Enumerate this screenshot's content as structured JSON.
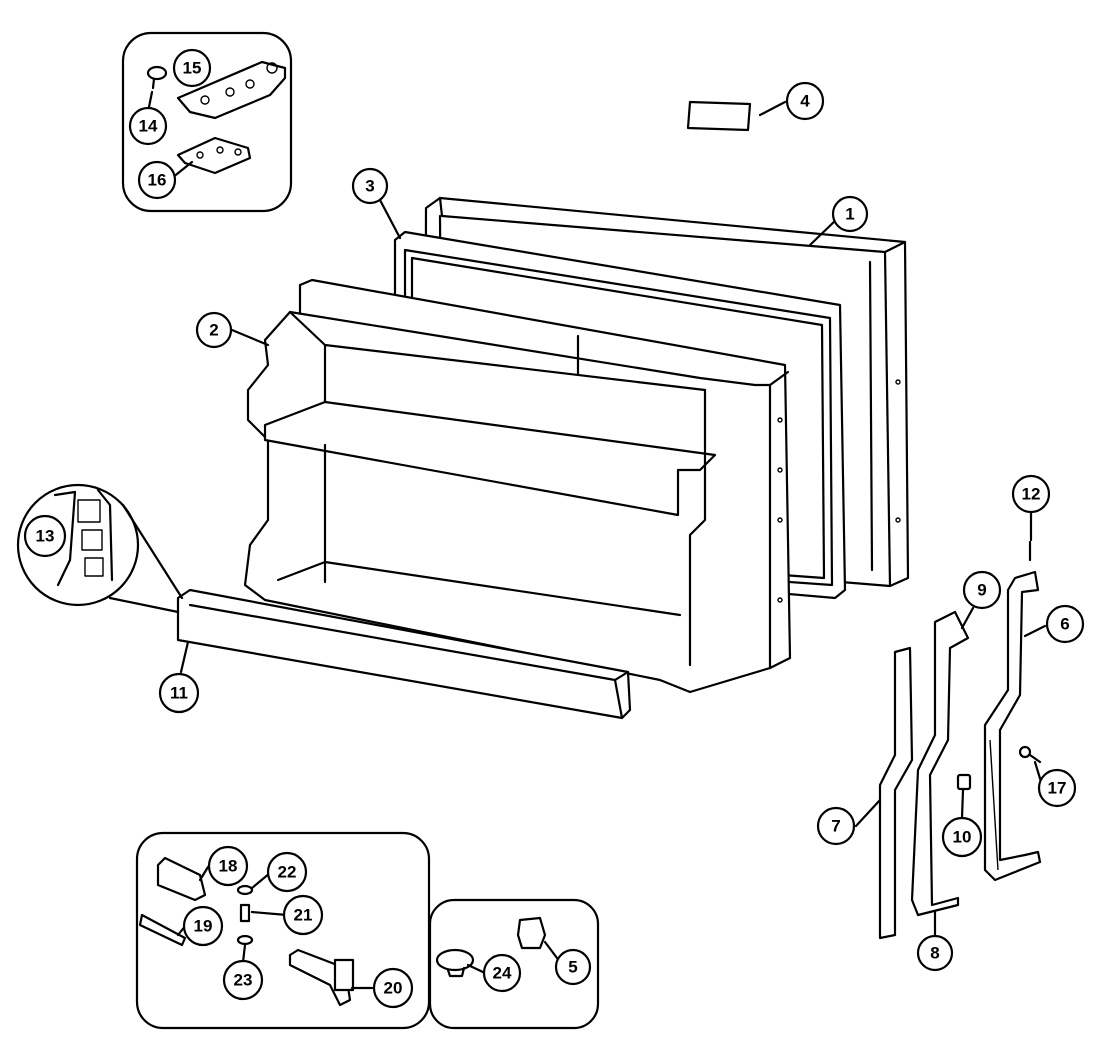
{
  "callouts": [
    {
      "id": "c1",
      "label": "1"
    },
    {
      "id": "c2",
      "label": "2"
    },
    {
      "id": "c3",
      "label": "3"
    },
    {
      "id": "c4",
      "label": "4"
    },
    {
      "id": "c5",
      "label": "5"
    },
    {
      "id": "c6",
      "label": "6"
    },
    {
      "id": "c7",
      "label": "7"
    },
    {
      "id": "c8",
      "label": "8"
    },
    {
      "id": "c9",
      "label": "9"
    },
    {
      "id": "c10",
      "label": "10"
    },
    {
      "id": "c11",
      "label": "11"
    },
    {
      "id": "c12",
      "label": "12"
    },
    {
      "id": "c13",
      "label": "13"
    },
    {
      "id": "c14",
      "label": "14"
    },
    {
      "id": "c15",
      "label": "15"
    },
    {
      "id": "c16",
      "label": "16"
    },
    {
      "id": "c17",
      "label": "17"
    },
    {
      "id": "c18",
      "label": "18"
    },
    {
      "id": "c19",
      "label": "19"
    },
    {
      "id": "c20",
      "label": "20"
    },
    {
      "id": "c21",
      "label": "21"
    },
    {
      "id": "c22",
      "label": "22"
    },
    {
      "id": "c23",
      "label": "23"
    },
    {
      "id": "c24",
      "label": "24"
    }
  ]
}
